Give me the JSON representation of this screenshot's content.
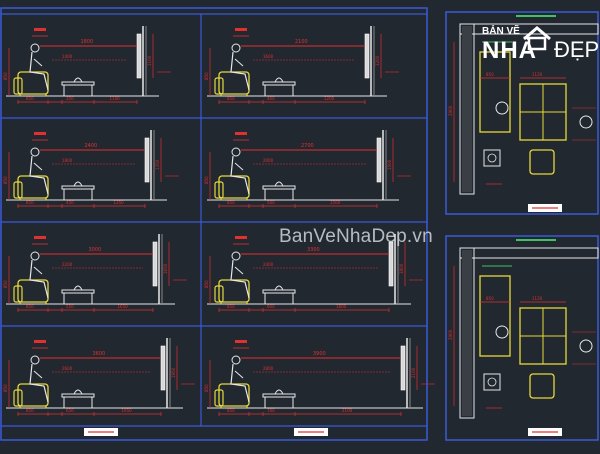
{
  "colors": {
    "background": "#212830",
    "frame": "#3a5ad8",
    "furniture": "#e8d83a",
    "dims": "#e03030",
    "outline": "#e8e8e8",
    "tv": "#d8d8d8",
    "green": "#44c060"
  },
  "watermark": "BanVeNhaDep.vn",
  "logo": {
    "line1": "BẢN VẼ",
    "line2": "NHÀ",
    "line3": "ĐẸP",
    "icon": "house-icon"
  },
  "views": [
    {
      "dist": "1800",
      "tv": "1400",
      "sofa": "850",
      "table": "350",
      "gap": "1100"
    },
    {
      "dist": "2100",
      "tv": "1600",
      "sofa": "850",
      "table": "400",
      "gap": "1200"
    },
    {
      "dist": "2400",
      "tv": "1800",
      "sofa": "850",
      "table": "450",
      "gap": "1350"
    },
    {
      "dist": "2700",
      "tv": "2000",
      "sofa": "850",
      "table": "500",
      "gap": "1500"
    },
    {
      "dist": "3000",
      "tv": "2200",
      "sofa": "850",
      "table": "550",
      "gap": "1650"
    },
    {
      "dist": "3300",
      "tv": "2400",
      "sofa": "850",
      "table": "600",
      "gap": "1800"
    },
    {
      "dist": "3600",
      "tv": "2600",
      "sofa": "850",
      "table": "650",
      "gap": "1950"
    },
    {
      "dist": "3900",
      "tv": "2800",
      "sofa": "850",
      "table": "700",
      "gap": "2100"
    }
  ],
  "plans": [
    {
      "w1": "1120",
      "w2": "850",
      "w3": "2900"
    },
    {
      "w1": "1120",
      "w2": "850",
      "w3": "2900"
    }
  ]
}
